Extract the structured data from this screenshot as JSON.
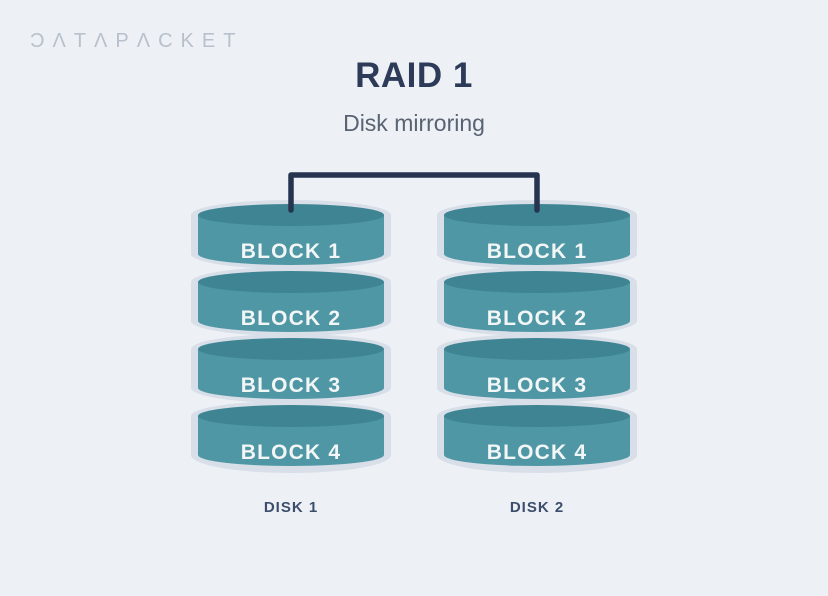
{
  "logo": {
    "text": "DATAPACKET",
    "display": "ƆΛTΛPΛCKET"
  },
  "header": {
    "title": "RAID 1",
    "subtitle": "Disk mirroring"
  },
  "disks": [
    {
      "label": "DISK 1",
      "blocks": [
        "BLOCK 1",
        "BLOCK 2",
        "BLOCK 3",
        "BLOCK 4"
      ]
    },
    {
      "label": "DISK 2",
      "blocks": [
        "BLOCK 1",
        "BLOCK 2",
        "BLOCK 3",
        "BLOCK 4"
      ]
    }
  ],
  "colors": {
    "background": "#edf1f6",
    "capsule_outline": "#d8dfe9",
    "disc_top": "#3e8492",
    "disc_body": "#4f97a4",
    "block_text": "#f2f6f7",
    "connector": "#263450",
    "title": "#2d3b58",
    "subtitle": "#5a6373",
    "disk_label": "#3d4e6c",
    "logo": "#b8c0cb"
  }
}
